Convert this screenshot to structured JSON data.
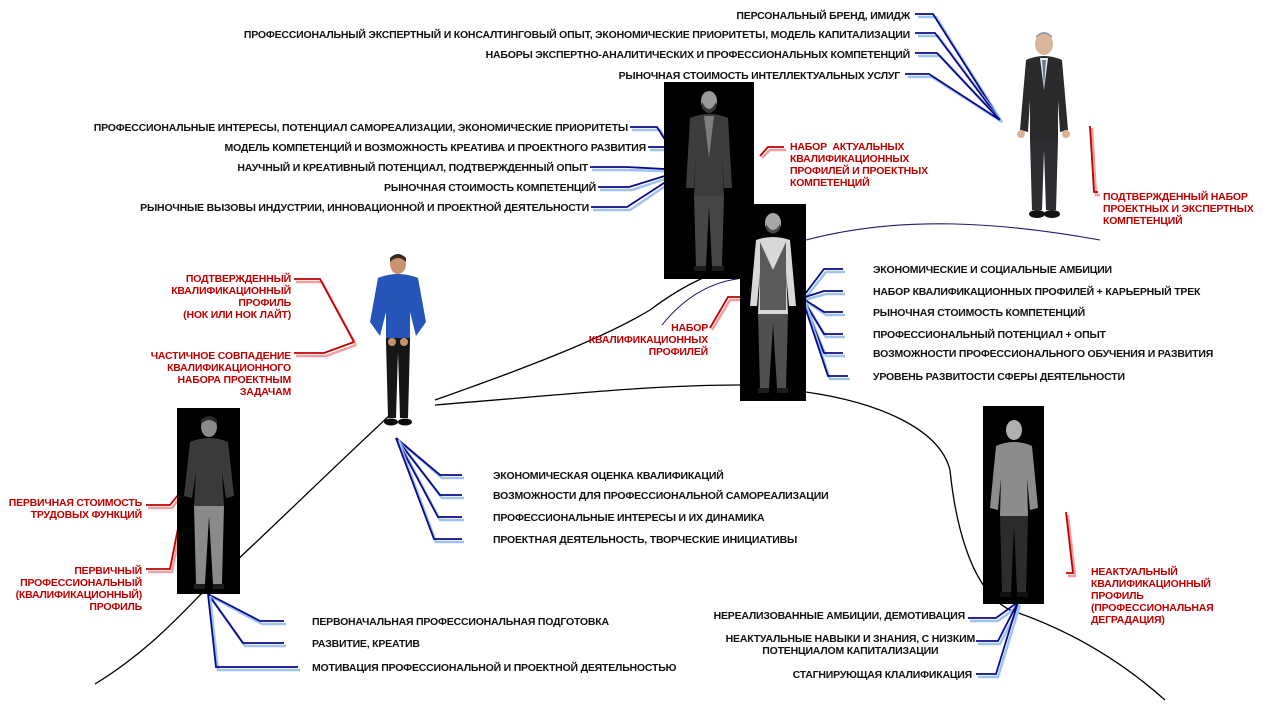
{
  "colors": {
    "navy": "#0a0a8c",
    "light_blue": "#9fc3ee",
    "red": "#c00000",
    "light_red": "#f0a0a0",
    "text": "#111111"
  },
  "top_right": {
    "items": [
      "ПЕРСОНАЛЬНЫЙ БРЕНД, ИМИДЖ",
      "ПРОФЕССИОНАЛЬНЫЙ ЭКСПЕРТНЫЙ И КОНСАЛТИНГОВЫЙ ОПЫТ, ЭКОНОМИЧЕСКИЕ ПРИОРИТЕТЫ, МОДЕЛЬ КАПИТАЛИЗАЦИИ",
      "НАБОРЫ ЭКСПЕРТНО-АНАЛИТИЧЕСКИХ И ПРОФЕССИОНАЛЬНЫХ  КОМПЕТЕНЦИЙ",
      "РЫНОЧНАЯ СТОИМОСТЬ ИНТЕЛЛЕКТУАЛЬНЫХ УСЛУГ"
    ],
    "red_label": "ПОДТВЕРЖДЕННЫЙ НАБОР\nПРОЕКТНЫХ И ЭКСПЕРТНЫХ\nКОМПЕТЕНЦИЙ"
  },
  "upper_mid": {
    "items": [
      "ПРОФЕССИОНАЛЬНЫЕ ИНТЕРЕСЫ, ПОТЕНЦИАЛ САМОРЕАЛИЗАЦИИ, ЭКОНОМИЧЕСКИЕ ПРИОРИТЕТЫ",
      "МОДЕЛЬ КОМПЕТЕНЦИЙ И ВОЗМОЖНОСТЬ КРЕАТИВА И ПРОЕКТНОГО РАЗВИТИЯ",
      "НАУЧНЫЙ И КРЕАТИВНЫЙ ПОТЕНЦИАЛ, ПОДТВЕРЖДЕННЫЙ ОПЫТ",
      "РЫНОЧНАЯ СТОИМОСТЬ КОМПЕТЕНЦИЙ",
      "РЫНОЧНЫЕ ВЫЗОВЫ ИНДУСТРИИ, ИННОВАЦИОННОЙ И ПРОЕКТНОЙ ДЕЯТЕЛЬНОСТИ"
    ],
    "red_label": "НАБОР  АКТУАЛЬНЫХ\nКВАЛИФИКАЦИОННЫХ\nПРОФИЛЕЙ И ПРОЕКТНЫХ\nКОМПЕТЕНЦИЙ"
  },
  "middle_right": {
    "items": [
      "ЭКОНОМИЧЕСКИЕ И СОЦИАЛЬНЫЕ АМБИЦИИ",
      "НАБОР КВАЛИФИКАЦИОННЫХ ПРОФИЛЕЙ + КАРЬЕРНЫЙ ТРЕК",
      "РЫНОЧНАЯ СТОИМОСТЬ КОМПЕТЕНЦИЙ",
      "ПРОФЕССИОНАЛЬНЫЙ ПОТЕНЦИАЛ + ОПЫТ",
      "ВОЗМОЖНОСТИ ПРОФЕССИОНАЛЬНОГО ОБУЧЕНИЯ И РАЗВИТИЯ",
      "УРОВЕНЬ РАЗВИТОСТИ СФЕРЫ ДЕЯТЕЛЬНОСТИ"
    ],
    "red_label": "НАБОР\nКВАЛИФИКАЦИОННЫХ\nПРОФИЛЕЙ"
  },
  "center": {
    "red_label_1": "ПОДТВЕРЖДЕННЫЙ\nКВАЛИФИКАЦИОННЫЙ\nПРОФИЛЬ\n(НОК ИЛИ НОК ЛАЙТ)",
    "red_label_2": "ЧАСТИЧНОЕ СОВПАДЕНИЕ\nКВАЛИФИКАЦИОННОГО\nНАБОРА ПРОЕКТНЫМ\nЗАДАЧАМ",
    "items": [
      "ЭКОНОМИЧЕСКАЯ ОЦЕНКА  КВАЛИФИКАЦИЙ",
      "ВОЗМОЖНОСТИ ДЛЯ ПРОФЕССИОНАЛЬНОЙ САМОРЕАЛИЗАЦИИ",
      "ПРОФЕССИОНАЛЬНЫЕ ИНТЕРЕСЫ И ИХ ДИНАМИКА",
      "ПРОЕКТНАЯ ДЕЯТЕЛЬНОСТЬ, ТВОРЧЕСКИЕ ИНИЦИАТИВЫ"
    ]
  },
  "bottom_left": {
    "red_label_1": "ПЕРВИЧНАЯ СТОИМОСТЬ\nТРУДОВЫХ ФУНКЦИЙ",
    "red_label_2": "ПЕРВИЧНЫЙ\nПРОФЕССИОНАЛЬНЫЙ\n(КВАЛИФИКАЦИОННЫЙ)\nПРОФИЛЬ",
    "items": [
      "ПЕРВОНАЧАЛЬНАЯ ПРОФЕССИОНАЛЬНАЯ ПОДГОТОВКА",
      "РАЗВИТИЕ, КРЕАТИВ",
      "МОТИВАЦИЯ ПРОФЕССИОНАЛЬНОЙ И ПРОЕКТНОЙ  ДЕЯТЕЛЬНОСТЬЮ"
    ]
  },
  "bottom_right": {
    "red_label": "НЕАКТУАЛЬНЫЙ\nКВАЛИФИКАЦИОННЫЙ\nПРОФИЛЬ\n(ПРОФЕССИОНАЛЬНАЯ\nДЕГРАДАЦИЯ)",
    "items": [
      "НЕРЕАЛИЗОВАННЫЕ АМБИЦИИ, ДЕМОТИВАЦИЯ",
      "НЕАКТУАЛЬНЫЕ НАВЫКИ И ЗНАНИЯ, С НИЗКИМ\nПОТЕНЦИАЛОМ КАПИТАЛИЗАЦИИ",
      "СТАГНИРУЮЩАЯ КЛАЛИФИКАЦИЯ"
    ]
  }
}
